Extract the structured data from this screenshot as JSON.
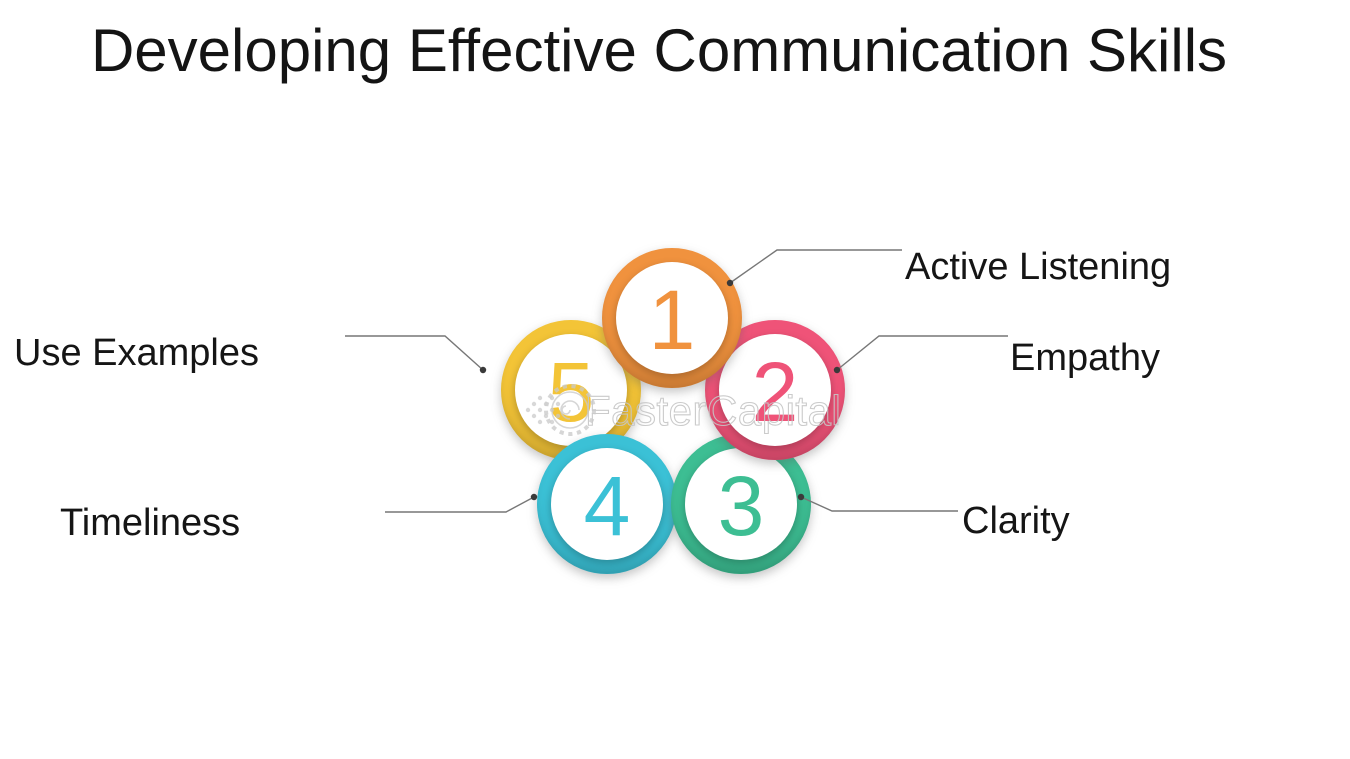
{
  "title": "Developing Effective Communication Skills",
  "watermark": {
    "text": "FasterCapital",
    "color": "#c6c6c6"
  },
  "background": "#ffffff",
  "connector_color": "#777777",
  "diagram": {
    "type": "numbered-circle-cycle",
    "items": [
      {
        "number": "1",
        "label": "Active Listening",
        "color": "#F0923E",
        "position": "top"
      },
      {
        "number": "2",
        "label": "Empathy",
        "color": "#EF5378",
        "position": "right"
      },
      {
        "number": "3",
        "label": "Clarity",
        "color": "#3DBE93",
        "position": "bottom-right"
      },
      {
        "number": "4",
        "label": "Timeliness",
        "color": "#3BC1D6",
        "position": "bottom-left"
      },
      {
        "number": "5",
        "label": "Use Examples",
        "color": "#F3C437",
        "position": "left"
      }
    ]
  }
}
